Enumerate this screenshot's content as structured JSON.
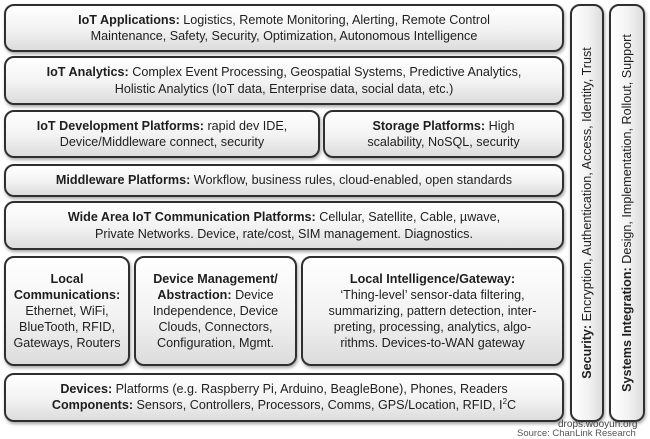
{
  "layers": {
    "applications": {
      "title": "IoT Applications:",
      "line1": " Logistics, Remote Monitoring, Alerting, Remote Control",
      "line2": "Maintenance, Safety, Security, Optimization, Autonomous Intelligence"
    },
    "analytics": {
      "title": "IoT Analytics:",
      "line1": " Complex Event Processing, Geospatial Systems, Predictive Analytics,",
      "line2": "Holistic Analytics (IoT data, Enterprise data, social data, etc.)"
    },
    "dev_platforms": {
      "title": "IoT Development Platforms:",
      "line1": " rapid dev IDE,",
      "line2": "Device/Middleware connect, security"
    },
    "storage": {
      "title": "Storage Platforms:",
      "line1": " High",
      "line2": "scalability, NoSQL, security"
    },
    "middleware": {
      "title": "Middleware Platforms:",
      "line1": " Workflow, business rules, cloud-enabled, open standards"
    },
    "wan": {
      "title": "Wide Area IoT Communication Platforms:",
      "line1": " Cellular, Satellite, Cable, µwave,",
      "line2": "Private Networks. Device, rate/cost, SIM management. Diagnostics."
    },
    "local_comms": {
      "title1": "Local",
      "title2": "Communications:",
      "line1": "Ethernet, WiFi,",
      "line2": "BlueTooth, RFID,",
      "line3": "Gateways, Routers"
    },
    "device_mgmt": {
      "title1": "Device Management/",
      "title2": "Abstraction:",
      "title2_rest": " Device",
      "line1": "Independence, Device",
      "line2": "Clouds, Connectors,",
      "line3": "Configuration, Mgmt."
    },
    "local_intel": {
      "title": "Local Intelligence/Gateway:",
      "line1": "‘Thing-level’ sensor-data filtering,",
      "line2": "summarizing, pattern detection, inter-",
      "line3": "preting, processing, analytics, algo-",
      "line4": "rithms. Devices-to-WAN  gateway"
    },
    "devices": {
      "title1": "Devices:",
      "line1": " Platforms (e.g. Raspberry Pi, Arduino, BeagleBone), Phones, Readers",
      "title2": "Components:",
      "line2": " Sensors, Controllers, Processors, Comms, GPS/Location, RFID, I",
      "line2_sup": "2",
      "line2_end": "C"
    }
  },
  "verticals": {
    "security": {
      "title": "Security:",
      "text": " Encryption, Authentication, Access, Identity, Trust"
    },
    "integration": {
      "title": "Systems Integration:",
      "text": " Design, Implementation, Rollout, Support"
    }
  },
  "footer": {
    "watermark": "drops.wooyun.org",
    "source": "Source: ChanLink Research"
  }
}
